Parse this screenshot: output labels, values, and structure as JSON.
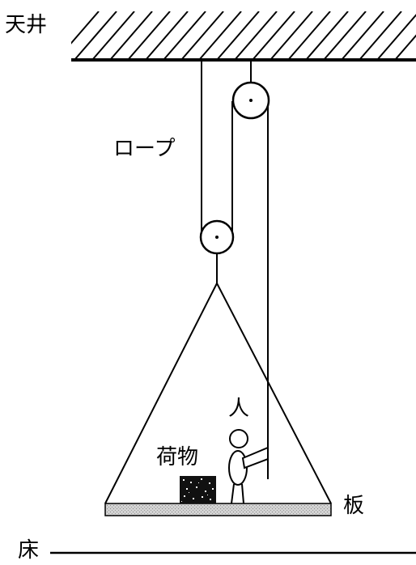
{
  "labels": {
    "ceiling": "天井",
    "rope": "ロープ",
    "person": "人",
    "cargo": "荷物",
    "board": "板",
    "floor": "床"
  },
  "colors": {
    "line": "#000000",
    "board_fill": "#c8c8c8",
    "cargo_fill": "#111111",
    "background": "#ffffff"
  }
}
